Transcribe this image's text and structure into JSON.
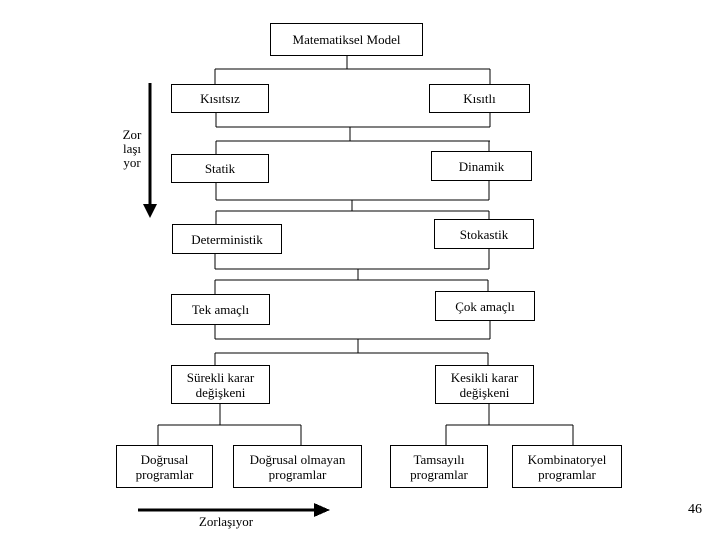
{
  "slide": {
    "page_number": "46",
    "background_color": "#ffffff",
    "line_color": "#000000"
  },
  "diagram": {
    "title": "Matematiksel Model",
    "nodes": {
      "kisitsiz": "Kısıtsız",
      "kisitli": "Kısıtlı",
      "statik": "Statik",
      "dinamik": "Dinamik",
      "deterministik": "Deterministik",
      "stokastik": "Stokastik",
      "tek_amacli": "Tek amaçlı",
      "cok_amacli": "Çok amaçlı",
      "surekli_karar": "Sürekli karar değişkeni",
      "kesikli_karar": "Kesikli karar değişkeni",
      "dogrusal": "Doğrusal programlar",
      "dogrusal_olmayan": "Doğrusal olmayan programlar",
      "tamsayili": "Tamsayılı programlar",
      "kombinatoryel": "Kombinatoryel programlar"
    },
    "annotations": {
      "vertical_arrow_label": "Zor\nlaşı\nyor",
      "horizontal_arrow_label": "Zorlaşıyor"
    }
  }
}
